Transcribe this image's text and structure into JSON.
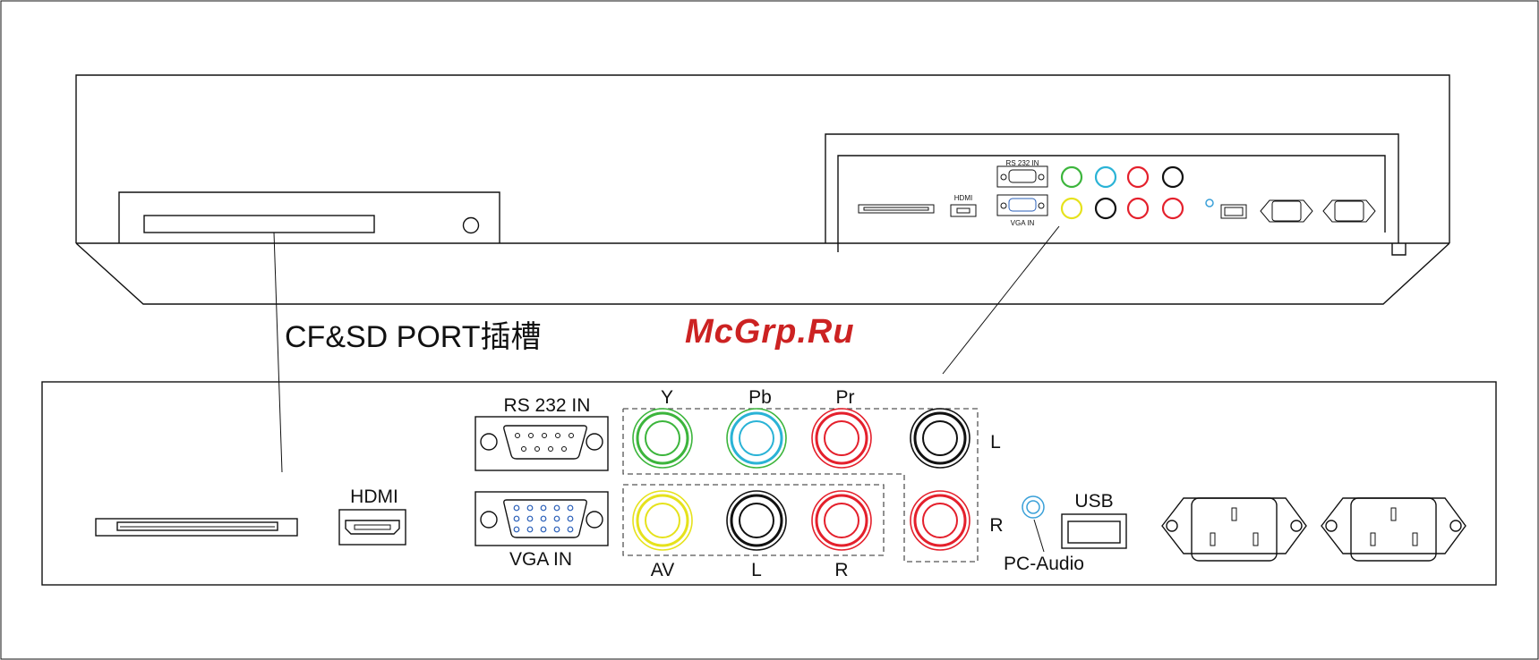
{
  "watermark": "McGrp.Ru",
  "callout_label": "CF&SD PORT插槽",
  "labels": {
    "rs232": "RS 232 IN",
    "vga": "VGA IN",
    "hdmi": "HDMI",
    "usb": "USB",
    "pc_audio": "PC-Audio",
    "y": "Y",
    "pb": "Pb",
    "pr": "Pr",
    "left": "L",
    "right": "R",
    "av": "AV",
    "av_left": "L",
    "av_right": "R"
  },
  "colors": {
    "green": "#3cb53c",
    "cyan": "#2ab3d6",
    "red": "#e4202c",
    "yellow": "#e6e21c",
    "black": "#111111",
    "blue": "#2a5fb8",
    "light_blue": "#3aa0d8",
    "watermark": "#cc2222"
  }
}
